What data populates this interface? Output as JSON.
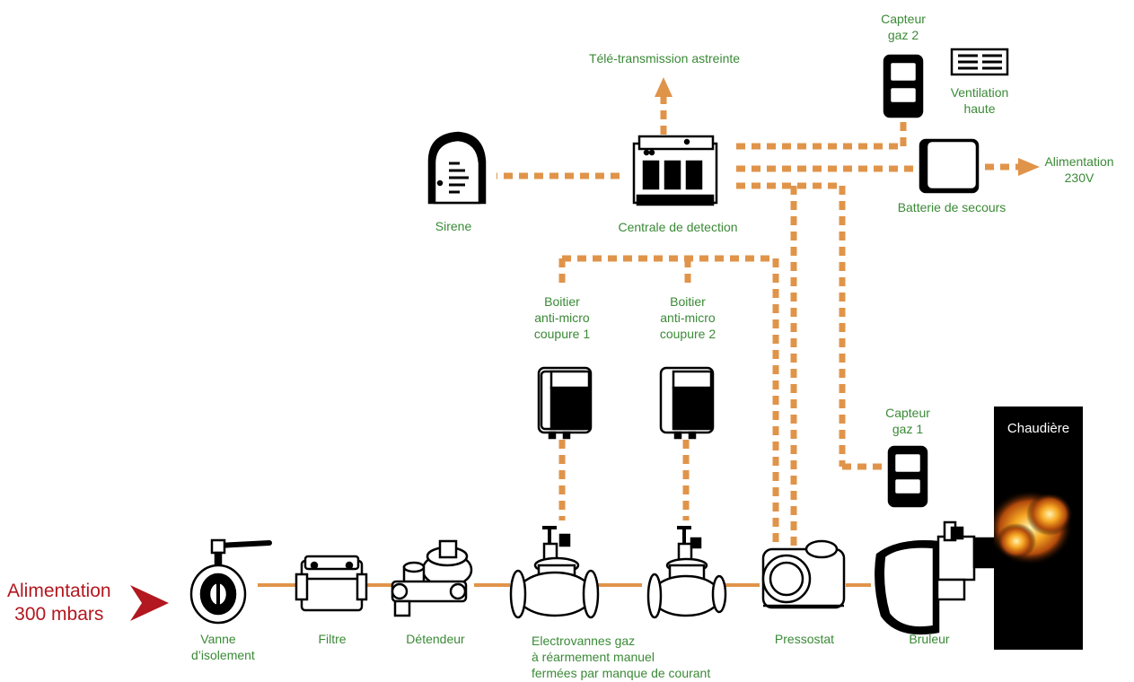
{
  "supply": {
    "line1": "Alimentation",
    "line2": "300 mbars"
  },
  "labels": {
    "vanne": [
      "Vanne",
      "d’isolement"
    ],
    "filtre": [
      "Filtre"
    ],
    "detendeur": [
      "Détendeur"
    ],
    "electrovannes": [
      "Electrovannes gaz",
      "à réarmement manuel",
      "fermées par manque de courant"
    ],
    "pressostat": [
      "Pressostat"
    ],
    "bruleur": [
      "Bruleur"
    ],
    "chaudiere": "Chaudière",
    "boitier1": [
      "Boitier",
      "anti-micro",
      "coupure 1"
    ],
    "boitier2": [
      "Boitier",
      "anti-micro",
      "coupure 2"
    ],
    "capteur1": [
      "Capteur",
      "gaz 1"
    ],
    "capteur2": [
      "Capteur",
      "gaz 2"
    ],
    "sirene": [
      "Sirene"
    ],
    "centrale": [
      "Centrale  de detection"
    ],
    "teletransmission": [
      "Télé-transmission astreinte"
    ],
    "ventilation": [
      "Ventilation",
      "haute"
    ],
    "batterie": [
      "Batterie de secours"
    ],
    "alimentation230": [
      "Alimentation",
      "230V"
    ]
  },
  "colors": {
    "connection": "#e0944a",
    "label": "#3a8a36",
    "supply": "#b3171f",
    "boiler": "#000000"
  }
}
